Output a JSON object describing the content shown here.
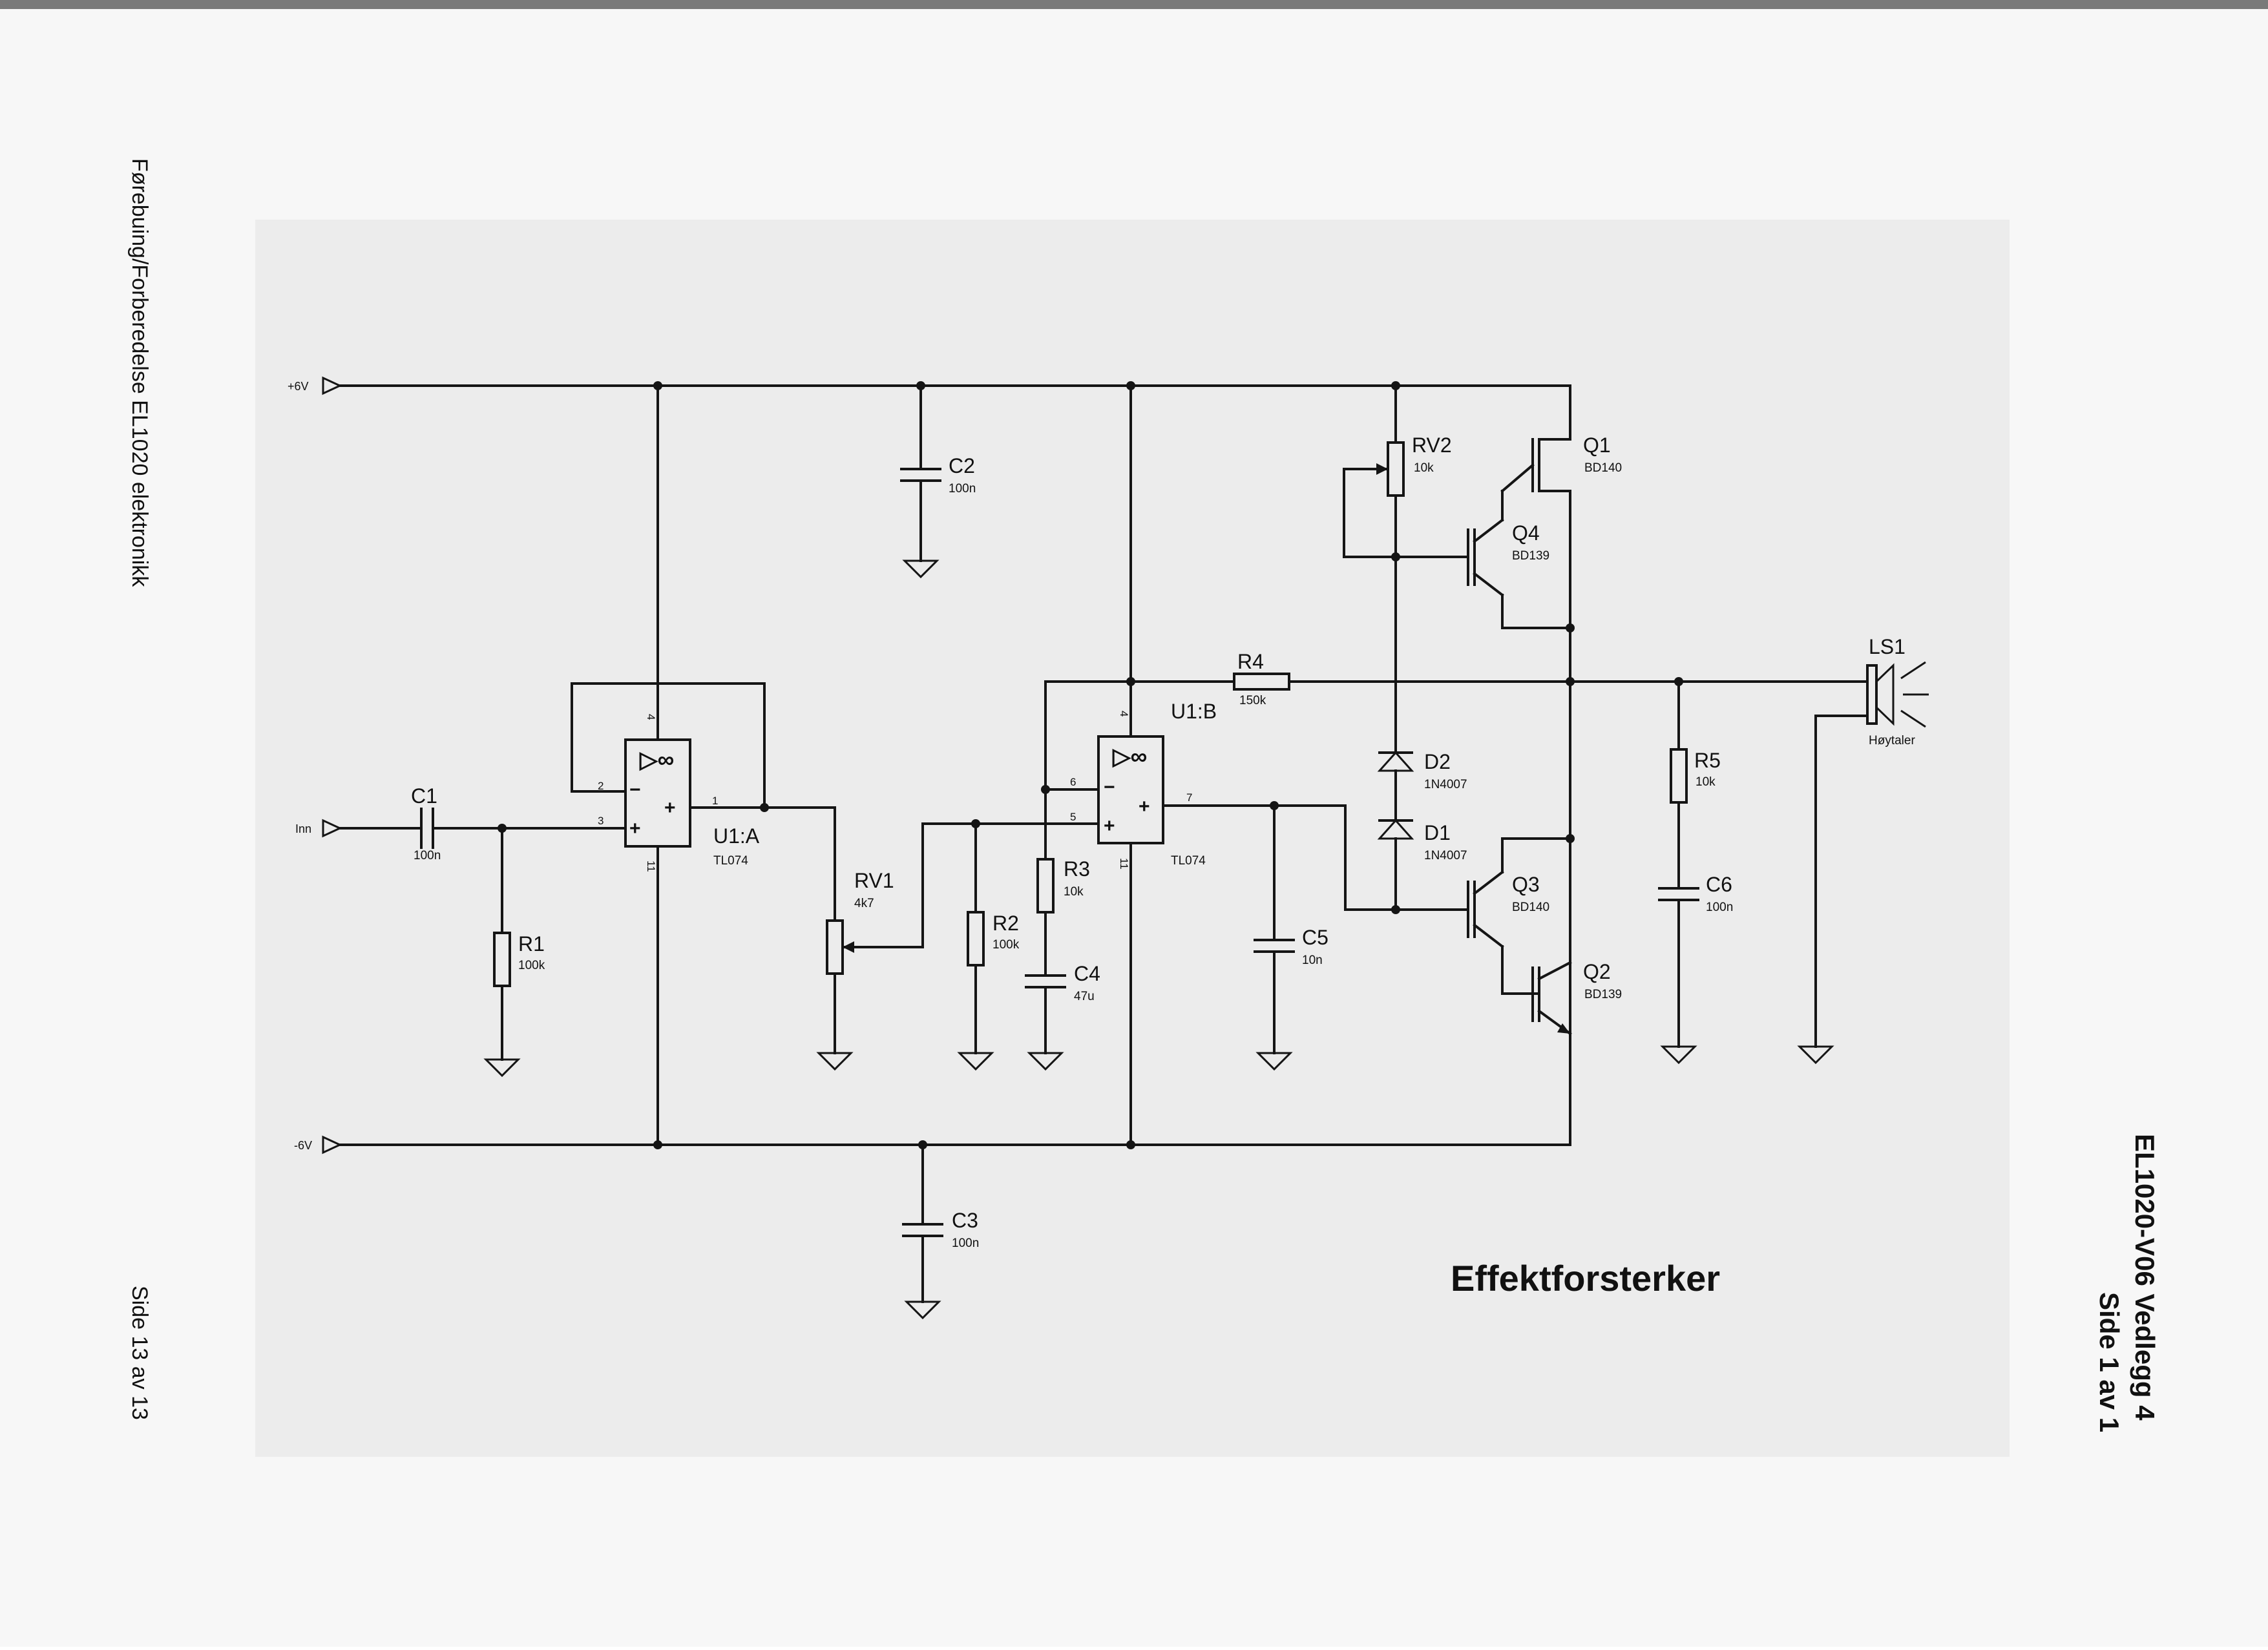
{
  "side_text": {
    "left_top": "Førebuing/Forberedelse EL1020 elektronikk",
    "left_bottom": "Side 13 av 13",
    "right_line1": "EL1020-V06 Vedlegg 4",
    "right_line2": "Side 1 av 1"
  },
  "title": "Effektforsterker",
  "rails": {
    "pos": "+6V",
    "neg": "-6V",
    "input": "Inn"
  },
  "components": {
    "C1": {
      "ref": "C1",
      "value": "100n"
    },
    "C2": {
      "ref": "C2",
      "value": "100n"
    },
    "C3": {
      "ref": "C3",
      "value": "100n"
    },
    "C4": {
      "ref": "C4",
      "value": "47u"
    },
    "C5": {
      "ref": "C5",
      "value": "10n"
    },
    "C6": {
      "ref": "C6",
      "value": "100n"
    },
    "R1": {
      "ref": "R1",
      "value": "100k"
    },
    "R2": {
      "ref": "R2",
      "value": "100k"
    },
    "R3": {
      "ref": "R3",
      "value": "10k"
    },
    "R4": {
      "ref": "R4",
      "value": "150k"
    },
    "R5": {
      "ref": "R5",
      "value": "10k"
    },
    "RV1": {
      "ref": "RV1",
      "value": "4k7"
    },
    "RV2": {
      "ref": "RV2",
      "value": "10k"
    },
    "D1": {
      "ref": "D1",
      "value": "1N4007"
    },
    "D2": {
      "ref": "D2",
      "value": "1N4007"
    },
    "Q1": {
      "ref": "Q1",
      "value": "BD140"
    },
    "Q2": {
      "ref": "Q2",
      "value": "BD139"
    },
    "Q3": {
      "ref": "Q3",
      "value": "BD140"
    },
    "Q4": {
      "ref": "Q4",
      "value": "BD139"
    },
    "U1A": {
      "ref": "U1:A",
      "value": "TL074"
    },
    "U1B": {
      "ref": "U1:B",
      "value": "TL074"
    },
    "LS1": {
      "ref": "LS1",
      "value": "Høytaler"
    }
  },
  "opamp": {
    "sym": "▷∞",
    "minus": "−",
    "plus": "+",
    "u1a_pins": {
      "p2": "2",
      "p3": "3",
      "p1": "1",
      "p4": "4",
      "p11": "11"
    },
    "u1b_pins": {
      "p6": "6",
      "p5": "5",
      "p7": "7",
      "p4": "4",
      "p11": "11"
    }
  }
}
